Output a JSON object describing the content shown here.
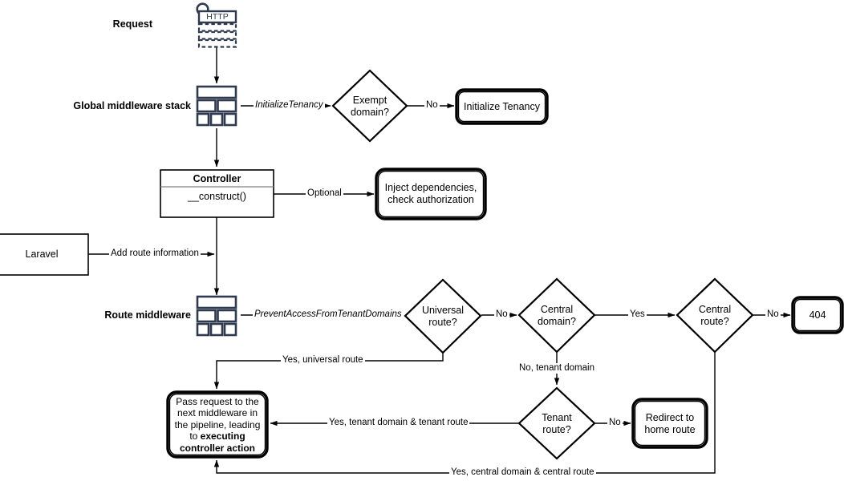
{
  "diagram": {
    "title": "Laravel multi-tenancy request lifecycle flowchart",
    "colors": {
      "stroke": "#000000",
      "icon_navy": "#2f3a4f",
      "background": "#ffffff"
    },
    "side_labels": [
      {
        "id": "request",
        "text": "Request"
      },
      {
        "id": "global-middleware-stack",
        "text": "Global middleware stack"
      },
      {
        "id": "route-middleware",
        "text": "Route middleware"
      }
    ],
    "nodes": {
      "http_request": {
        "icon": "http-request-icon",
        "text": "HTTP"
      },
      "global_middleware": {
        "icon": "middleware-stack-icon"
      },
      "exempt_domain": {
        "text": "Exempt\ndomain?",
        "line1": "Exempt",
        "line2": "domain?"
      },
      "initialize_tenancy": {
        "text": "Initialize Tenancy"
      },
      "controller": {
        "title": "Controller",
        "member": "__construct()"
      },
      "inject_dependencies": {
        "line1": "Inject dependencies,",
        "line2": "check authorization"
      },
      "laravel": {
        "text": "Laravel"
      },
      "route_middleware": {
        "icon": "middleware-stack-icon"
      },
      "universal_route": {
        "line1": "Universal",
        "line2": "route?"
      },
      "central_domain": {
        "line1": "Central",
        "line2": "domain?"
      },
      "central_route": {
        "line1": "Central",
        "line2": "route?"
      },
      "not_found": {
        "text": "404"
      },
      "tenant_route": {
        "line1": "Tenant",
        "line2": "route?"
      },
      "redirect_home": {
        "line1": "Redirect to",
        "line2": "home route"
      },
      "pass_request": {
        "line1": "Pass request to the",
        "line2": "next middleware in",
        "line3": "the pipeline, leading",
        "line4": "to ",
        "line4_bold": "executing",
        "line5_bold": "controller action"
      }
    },
    "edges": [
      {
        "id": "initialize-tenancy-edge",
        "label": "InitializeTenancy",
        "style": "italic"
      },
      {
        "id": "exempt-domain-no",
        "label": "No"
      },
      {
        "id": "controller-optional",
        "label": "Optional"
      },
      {
        "id": "laravel-add-route-info",
        "label": "Add route information"
      },
      {
        "id": "prevent-access-edge",
        "label": "PreventAccessFromTenantDomains",
        "style": "italic"
      },
      {
        "id": "universal-route-no",
        "label": "No"
      },
      {
        "id": "central-domain-yes",
        "label": "Yes"
      },
      {
        "id": "central-route-no",
        "label": "No"
      },
      {
        "id": "central-domain-no",
        "label": "No, tenant domain"
      },
      {
        "id": "universal-route-yes",
        "label": "Yes, universal route"
      },
      {
        "id": "tenant-route-yes",
        "label": "Yes, tenant domain & tenant route"
      },
      {
        "id": "tenant-route-no",
        "label": "No"
      },
      {
        "id": "central-route-yes",
        "label": "Yes, central domain & central route"
      }
    ]
  }
}
